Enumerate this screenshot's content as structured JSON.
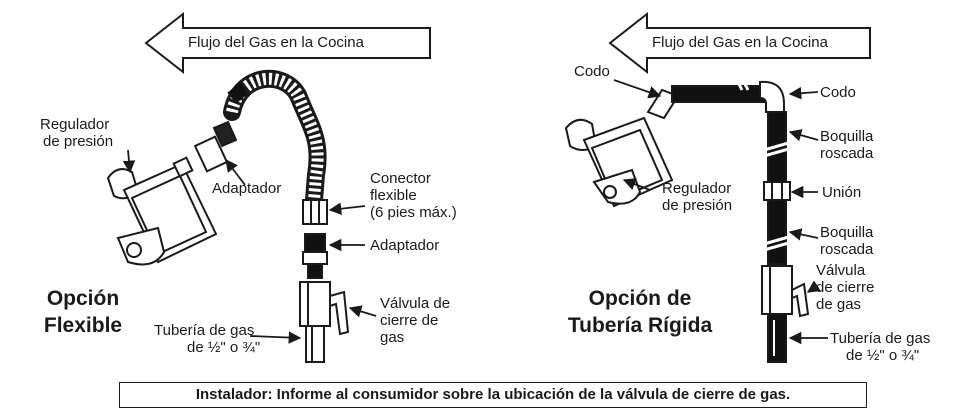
{
  "left": {
    "arrow_label": "Flujo del Gas en la Cocina",
    "title_line1": "Opción",
    "title_line2": "Flexible",
    "labels": {
      "regulator_line1": "Regulador",
      "regulator_line2": "de presión",
      "adapter_top": "Adaptador",
      "connector_line1": "Conector",
      "connector_line2": "flexible",
      "connector_line3": "(6 pies máx.)",
      "adapter_bottom": "Adaptador",
      "valve_line1": "Válvula de",
      "valve_line2": "cierre de",
      "valve_line3": "gas",
      "pipe_line1": "Tubería de gas",
      "pipe_line2": "de ½\" o ¾\""
    }
  },
  "right": {
    "arrow_label": "Flujo del Gas en la Cocina",
    "title_line1": "Opción de",
    "title_line2": "Tubería Rígida",
    "labels": {
      "elbow_left": "Codo",
      "elbow_right": "Codo",
      "nipple_top_line1": "Boquilla",
      "nipple_top_line2": "roscada",
      "regulator_line1": "Regulador",
      "regulator_line2": "de presión",
      "union": "Unión",
      "nipple_bottom_line1": "Boquilla",
      "nipple_bottom_line2": "roscada",
      "valve_line1": "Válvula",
      "valve_line2": "de cierre",
      "valve_line3": "de gas",
      "pipe_line1": "Tubería de gas",
      "pipe_line2": "de ½\" o ¾\""
    }
  },
  "notice": "Instalador: Informe al consumidor sobre la ubicación de la válvula de cierre de gas."
}
